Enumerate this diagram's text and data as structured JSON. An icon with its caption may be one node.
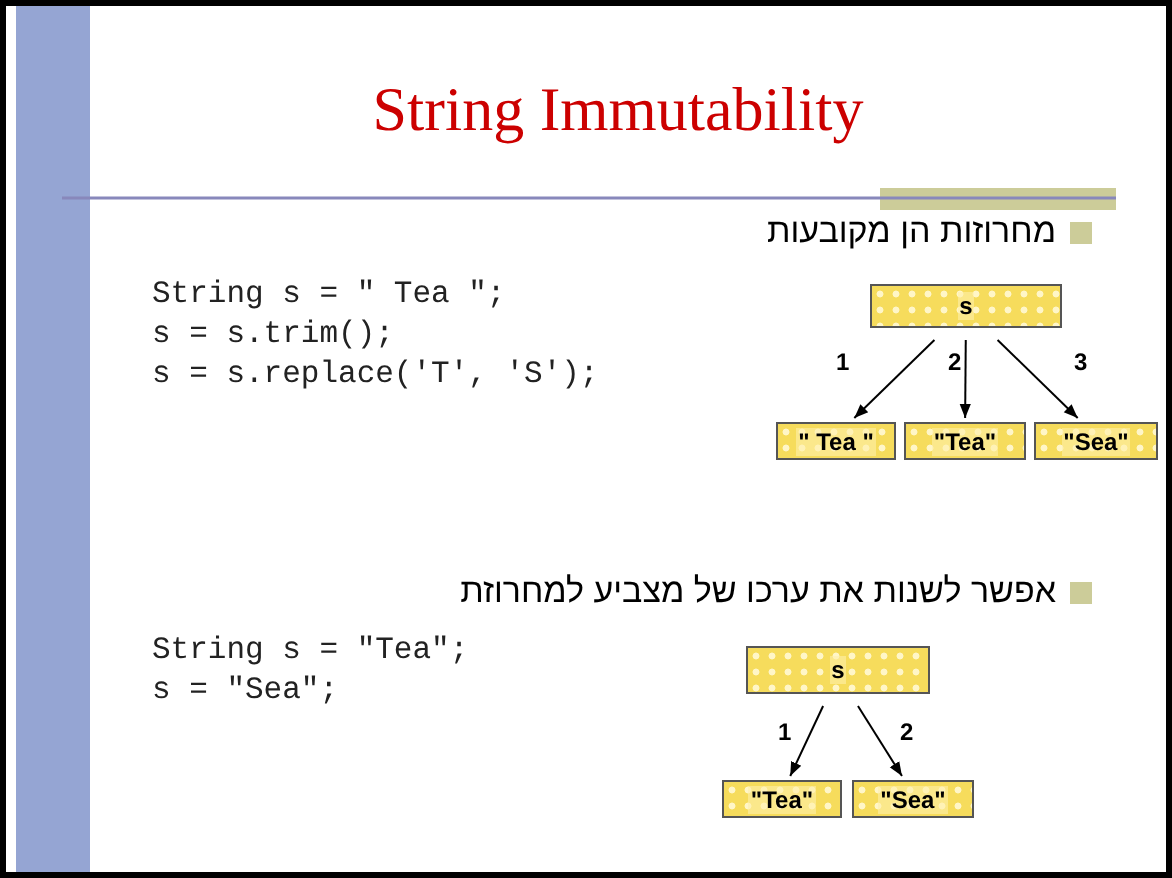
{
  "diagram": {
    "title": "String Immutability",
    "nodes": [
      {
        "text": [
          "s"
        ]
      },
      {
        "text": [
          "\" Tea \""
        ]
      },
      {
        "text": [
          "\"Tea\""
        ]
      },
      {
        "text": [
          "\"Sea\""
        ]
      },
      {
        "text": [
          "s"
        ]
      },
      {
        "text": [
          "\"Tea\""
        ]
      },
      {
        "text": [
          "\"Sea\""
        ]
      }
    ],
    "edges": [
      {
        "from": 0,
        "to": 1,
        "arrow": "to",
        "label": "1"
      },
      {
        "from": 0,
        "to": 2,
        "arrow": "to",
        "label": "2"
      },
      {
        "from": 0,
        "to": 3,
        "arrow": "to",
        "label": "3"
      },
      {
        "from": 4,
        "to": 5,
        "arrow": "to",
        "label": "1"
      },
      {
        "from": 4,
        "to": 6,
        "arrow": "to",
        "label": "2"
      }
    ],
    "labels": [
      "מחרוזות הן מקובעות",
      "String s = \" Tea \";",
      "s = s.trim();",
      "s = s.replace('T', 'S');",
      "אפשר לשנות את ערכו של מצביע למחרוזת",
      "String s = \"Tea\";",
      "s = \"Sea\";"
    ]
  }
}
